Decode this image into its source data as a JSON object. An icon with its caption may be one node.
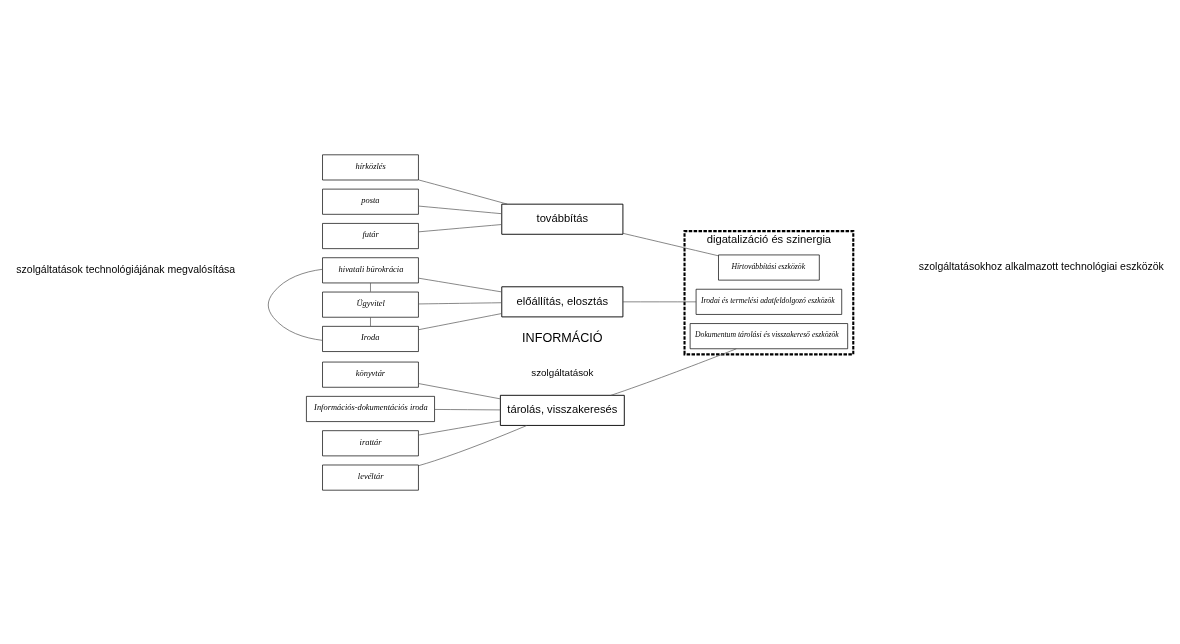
{
  "diagram": {
    "nodes": [
      {
        "text": [
          "hírközlés"
        ]
      },
      {
        "text": [
          "posta"
        ]
      },
      {
        "text": [
          "futár"
        ]
      },
      {
        "text": [
          "hivatali bürokrácia"
        ]
      },
      {
        "text": [
          "Ügyvitel"
        ]
      },
      {
        "text": [
          "Iroda"
        ]
      },
      {
        "text": [
          "könyvtár"
        ]
      },
      {
        "text": [
          "Információs-dokumentációs iroda"
        ]
      },
      {
        "text": [
          "irattár"
        ]
      },
      {
        "text": [
          "levéltár"
        ]
      },
      {
        "text": [
          "előállítás, elosztás"
        ]
      },
      {
        "text": [
          "továbbítás"
        ]
      },
      {
        "text": [
          "tárolás, visszakeresés"
        ]
      },
      {
        "text": [
          "digatalizáció és szinergia"
        ]
      },
      {
        "text": [
          "Irodai és termelési adatfeldolgozó eszközök"
        ],
        "in": 13
      },
      {
        "text": [
          "Hírtovábbítási eszközök"
        ],
        "in": 13
      },
      {
        "text": [
          "Dokumentum tárolási és visszakereső eszközök"
        ],
        "in": 13
      }
    ],
    "edges": [
      {
        "from": 0,
        "to": 11,
        "arrow": "none"
      },
      {
        "from": 1,
        "to": 11,
        "arrow": "none"
      },
      {
        "from": 2,
        "to": 11,
        "arrow": "none"
      },
      {
        "from": 3,
        "to": 10,
        "arrow": "none"
      },
      {
        "from": 4,
        "to": 10,
        "arrow": "none"
      },
      {
        "from": 5,
        "to": 10,
        "arrow": "none"
      },
      {
        "from": 3,
        "to": 4,
        "arrow": "none"
      },
      {
        "from": 3,
        "to": 5,
        "arrow": "none"
      },
      {
        "from": 5,
        "to": 4,
        "arrow": "none"
      },
      {
        "from": 6,
        "to": 12,
        "arrow": "none"
      },
      {
        "from": 7,
        "to": 12,
        "arrow": "none"
      },
      {
        "from": 8,
        "to": 12,
        "arrow": "none"
      },
      {
        "from": 9,
        "to": 12,
        "arrow": "none"
      },
      {
        "from": 10,
        "to": 14,
        "arrow": "none"
      },
      {
        "from": 11,
        "to": 15,
        "arrow": "none"
      },
      {
        "from": 12,
        "to": 16,
        "arrow": "none"
      }
    ],
    "labels": [
      "szolgáltatások technológiájának megvalósítása",
      "INFORMÁCIÓ",
      "szolgáltatások",
      "szolgáltatásokhoz alkalmazott technológiai eszközök"
    ]
  }
}
